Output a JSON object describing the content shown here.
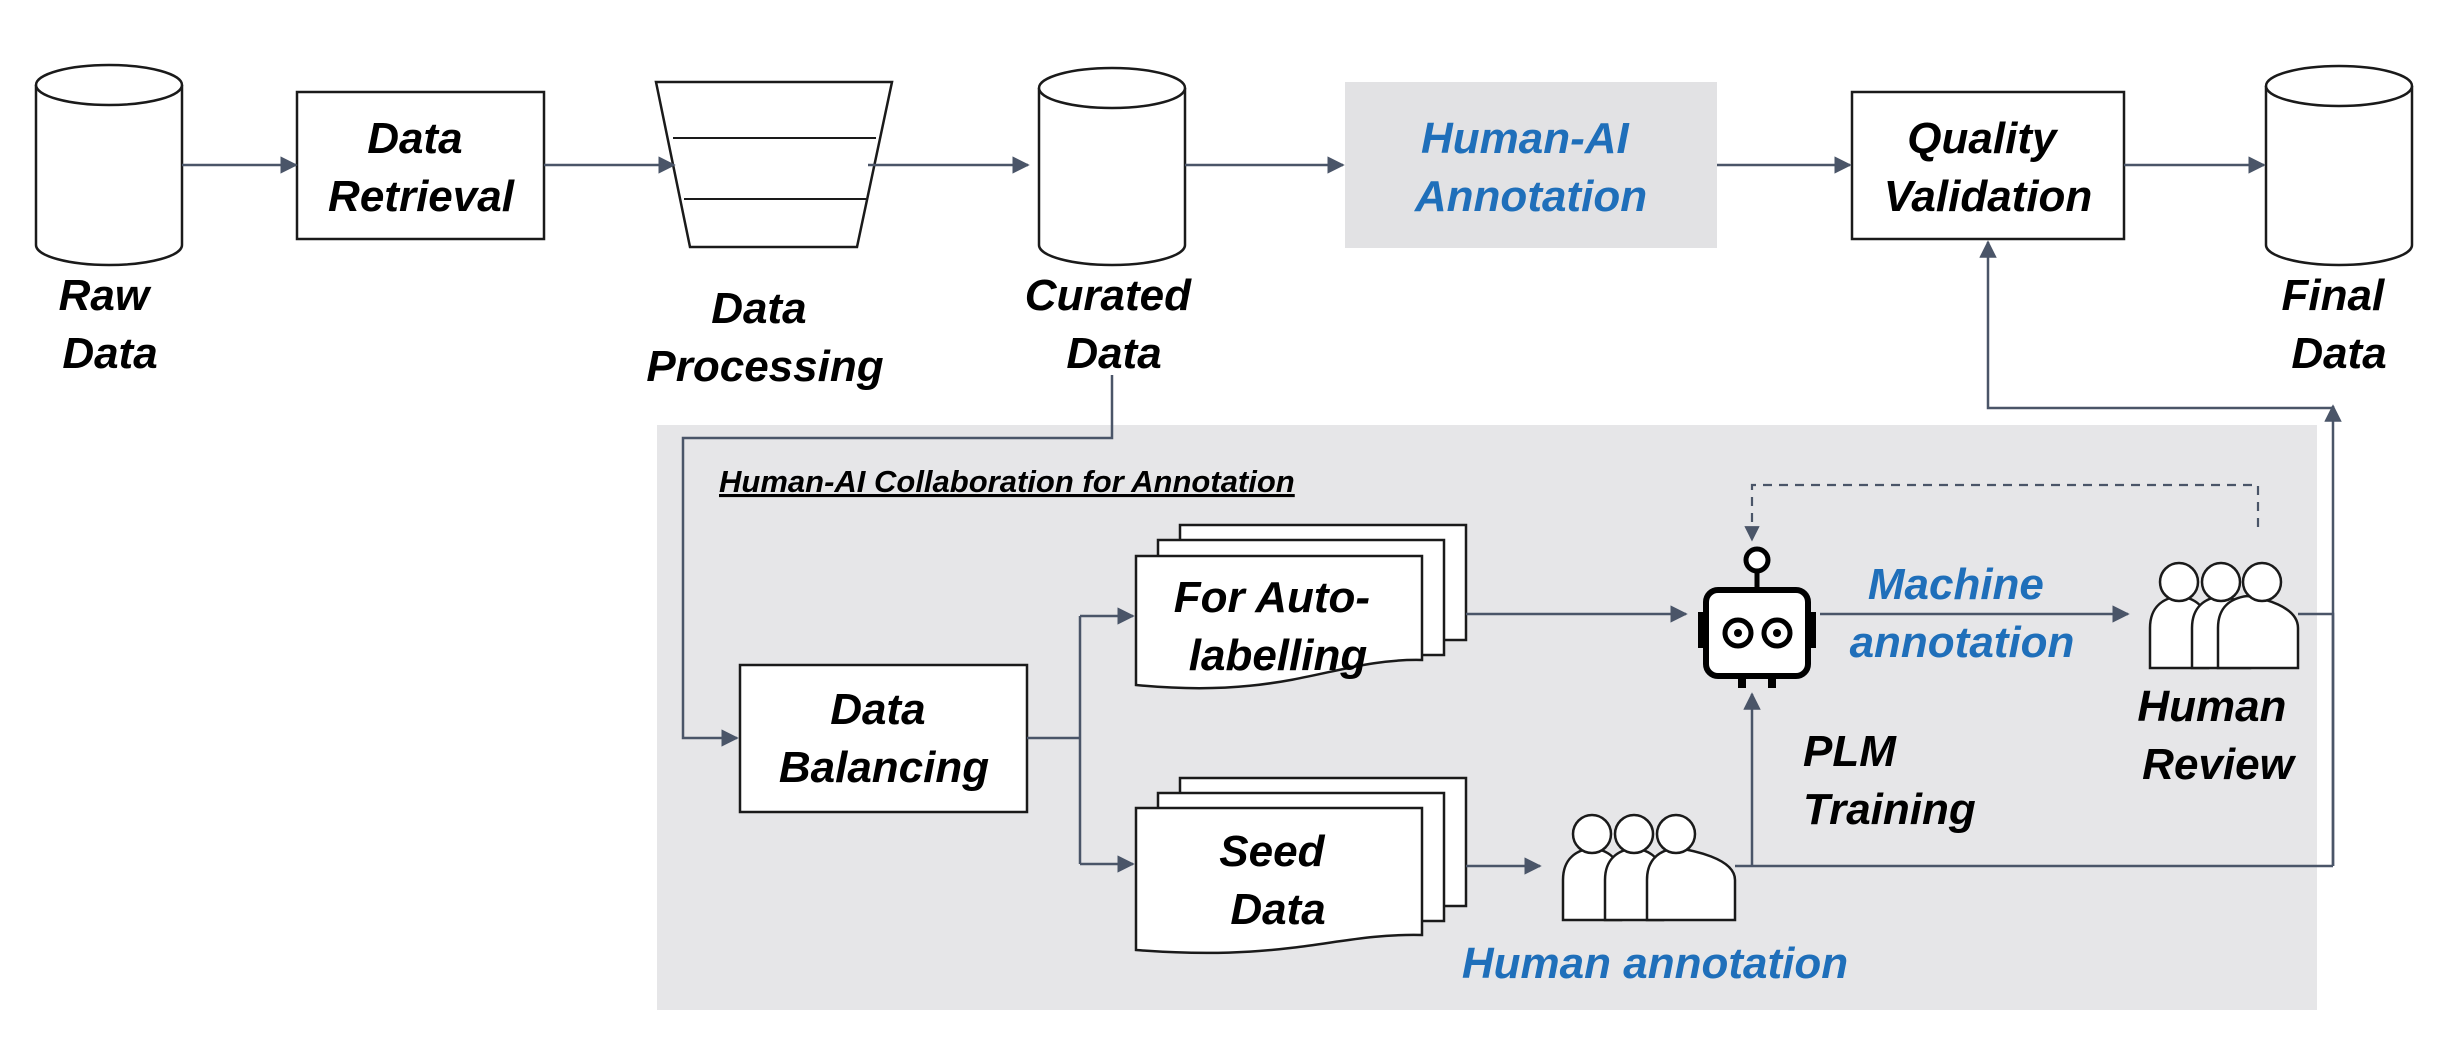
{
  "nodes": {
    "raw_data": [
      "Raw",
      "Data"
    ],
    "data_retrieval": [
      "Data",
      "Retrieval"
    ],
    "data_processing": [
      "Data",
      "Processing"
    ],
    "curated_data": [
      "Curated",
      "Data"
    ],
    "human_ai_annotation": [
      "Human-AI",
      "Annotation"
    ],
    "quality_validation": [
      "Quality",
      "Validation"
    ],
    "final_data": [
      "Final",
      "Data"
    ],
    "data_balancing": [
      "Data",
      "Balancing"
    ],
    "for_autolabelling": [
      "For Auto-",
      "labelling"
    ],
    "seed_data": [
      "Seed",
      "Data"
    ],
    "machine_annotation": [
      "Machine",
      "annotation"
    ],
    "human_review": [
      "Human",
      "Review"
    ],
    "plm_training": [
      "PLM",
      "Training"
    ],
    "human_annotation": "Human annotation"
  },
  "section_title": "Human-AI Collaboration for Annotation",
  "colors": {
    "accent_blue": "#1f6fba",
    "panel_gray": "#e6e6e8",
    "connector": "#4a5568"
  },
  "icons": [
    "database-icon",
    "funnel-icon",
    "document-stack-icon",
    "robot-icon",
    "people-group-icon"
  ]
}
